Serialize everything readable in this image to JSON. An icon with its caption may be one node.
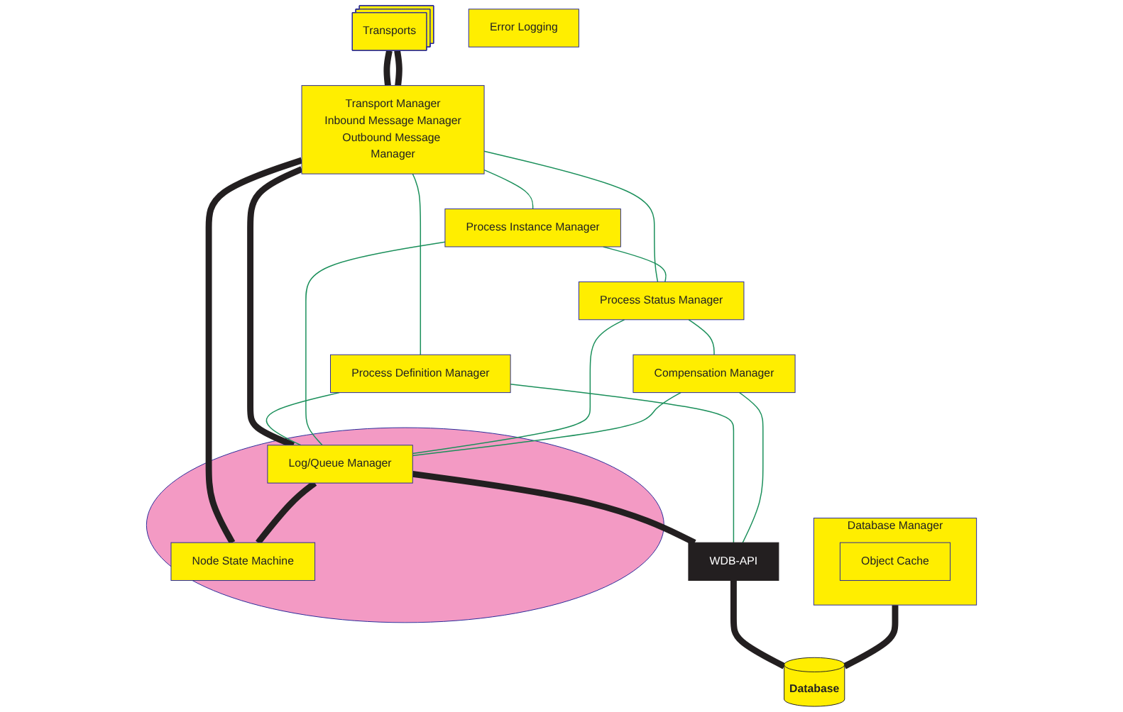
{
  "diagram": {
    "nodes": [
      {
        "text": [
          "Transports"
        ]
      },
      {
        "text": [
          "Transport Manager",
          "Inbound Message Manager",
          "Outbound Message Manager"
        ]
      },
      {
        "text": [
          "Process Definition Manager"
        ]
      },
      {
        "text": [
          "Process Instance Manager"
        ]
      },
      {
        "text": [
          "Process Status Manager"
        ]
      },
      {
        "text": [
          "Error Logging"
        ]
      },
      {
        "text": [
          "Compensation Manager"
        ]
      },
      {
        "text": [],
        "shape": "ellipse"
      },
      {
        "text": [
          "Log/Queue Manager"
        ],
        "in": 7
      },
      {
        "text": [
          "Node State Machine"
        ],
        "in": 7
      },
      {
        "text": [
          "WDB-API"
        ]
      },
      {
        "text": [
          "Database Manager"
        ]
      },
      {
        "text": [
          "Object Cache"
        ],
        "in": 11
      },
      {
        "text": [
          "Database"
        ]
      }
    ],
    "edges": [
      {
        "from": 0,
        "to": 1,
        "arrow": "none",
        "style": "thick",
        "color": "#231f20"
      },
      {
        "from": 0,
        "to": 1,
        "arrow": "none",
        "style": "thick",
        "color": "#231f20"
      },
      {
        "from": 1,
        "to": 2,
        "arrow": "none"
      },
      {
        "from": 1,
        "to": 8,
        "arrow": "none",
        "style": "thick",
        "color": "#231f20"
      },
      {
        "from": 1,
        "to": 3,
        "arrow": "none"
      },
      {
        "from": 1,
        "to": 4,
        "arrow": "none"
      },
      {
        "from": 1,
        "to": 9,
        "arrow": "none",
        "style": "thick",
        "color": "#231f20"
      },
      {
        "from": 3,
        "to": 4,
        "arrow": "none"
      },
      {
        "from": 2,
        "to": 8,
        "arrow": "none"
      },
      {
        "from": 3,
        "to": 8,
        "arrow": "none"
      },
      {
        "from": 4,
        "to": 8,
        "arrow": "none"
      },
      {
        "from": 4,
        "to": 6,
        "arrow": "none"
      },
      {
        "from": 6,
        "to": 8,
        "arrow": "none"
      },
      {
        "from": 8,
        "to": 9,
        "arrow": "none",
        "style": "thick",
        "color": "#231f20"
      },
      {
        "from": 2,
        "to": 10,
        "arrow": "none"
      },
      {
        "from": 6,
        "to": 10,
        "arrow": "none"
      },
      {
        "from": 8,
        "to": 10,
        "arrow": "none",
        "style": "thick",
        "color": "#231f20"
      },
      {
        "from": 10,
        "to": 13,
        "arrow": "none",
        "style": "thick",
        "color": "#231f20"
      },
      {
        "from": 11,
        "to": 13,
        "arrow": "none",
        "style": "thick",
        "color": "#231f20"
      }
    ]
  }
}
